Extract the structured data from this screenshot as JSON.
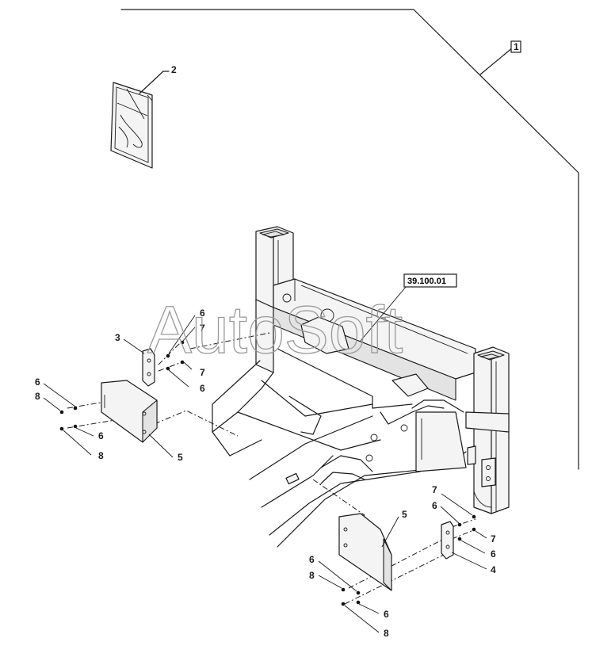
{
  "diagram": {
    "watermark": "AutoSoft",
    "reference_label": "39.100.01",
    "boxed_callout": "1",
    "callouts": [
      {
        "id": "c-2",
        "text": "2"
      },
      {
        "id": "c-3",
        "text": "3"
      },
      {
        "id": "c-6a",
        "text": "6"
      },
      {
        "id": "c-7a",
        "text": "7"
      },
      {
        "id": "c-7b",
        "text": "7"
      },
      {
        "id": "c-6b",
        "text": "6"
      },
      {
        "id": "c-6c",
        "text": "6"
      },
      {
        "id": "c-8a",
        "text": "8"
      },
      {
        "id": "c-6d",
        "text": "6"
      },
      {
        "id": "c-8b",
        "text": "8"
      },
      {
        "id": "c-5a",
        "text": "5"
      },
      {
        "id": "c-5b",
        "text": "5"
      },
      {
        "id": "c-7c",
        "text": "7"
      },
      {
        "id": "c-6e",
        "text": "6"
      },
      {
        "id": "c-7d",
        "text": "7"
      },
      {
        "id": "c-6f",
        "text": "6"
      },
      {
        "id": "c-4",
        "text": "4"
      },
      {
        "id": "c-6g",
        "text": "6"
      },
      {
        "id": "c-8c",
        "text": "8"
      },
      {
        "id": "c-6h",
        "text": "6"
      },
      {
        "id": "c-8d",
        "text": "8"
      }
    ]
  }
}
